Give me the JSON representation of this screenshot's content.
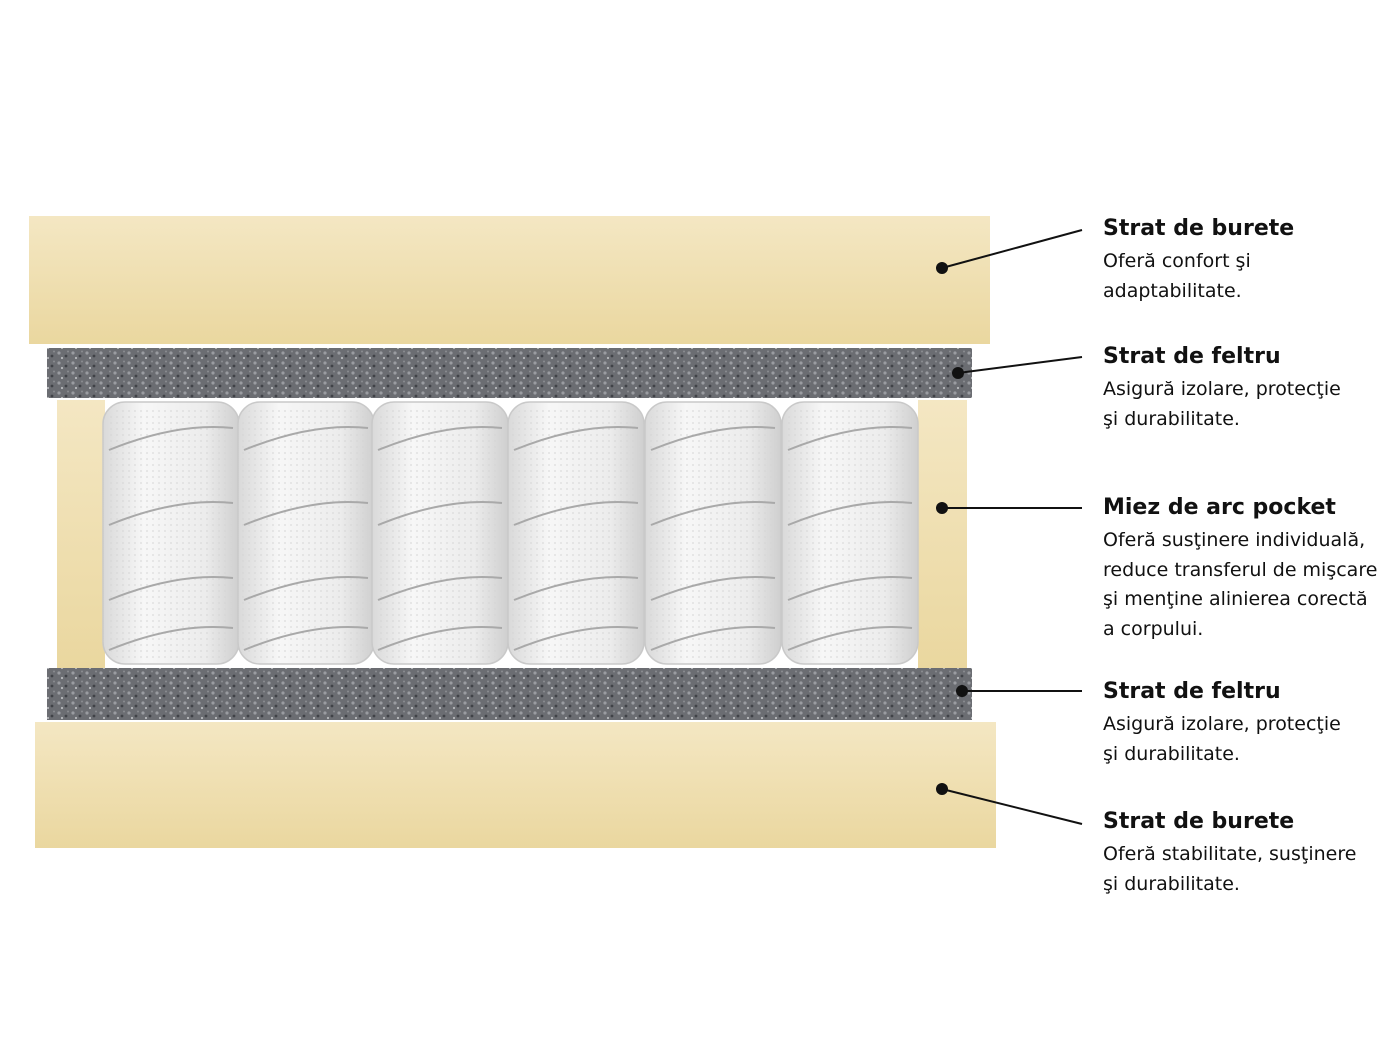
{
  "colors": {
    "foam": "#f0e2b8",
    "foam_shade": "#e3d19d",
    "felt": "#6d6f73",
    "felt_dark": "#4a4c50",
    "spring": "#efefef",
    "leader": "#111111"
  },
  "layers": [
    {
      "title": "Strat de burete",
      "desc": [
        "Oferă confort şi",
        "adaptabilitate."
      ]
    },
    {
      "title": "Strat de feltru",
      "desc": [
        "Asigură izolare, protecţie",
        "şi durabilitate."
      ]
    },
    {
      "title": "Miez de arc pocket",
      "desc": [
        "Oferă susţinere individuală,",
        "reduce transferul de mişcare",
        "şi menţine alinierea corectă",
        "a corpului."
      ]
    },
    {
      "title": "Strat de feltru",
      "desc": [
        "Asigură izolare, protecţie",
        "şi durabilitate."
      ]
    },
    {
      "title": "Strat de burete",
      "desc": [
        "Oferă stabilitate, susţinere",
        "şi durabilitate."
      ]
    }
  ]
}
